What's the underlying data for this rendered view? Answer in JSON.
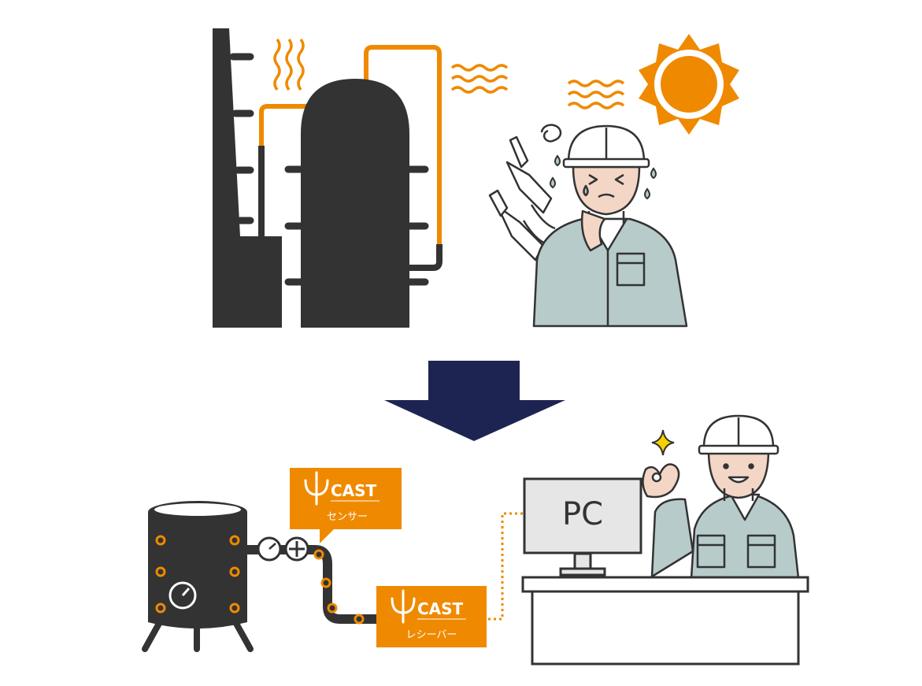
{
  "colors": {
    "dark": "#333333",
    "orange": "#ef8a00",
    "navy": "#1e2452",
    "uniform": "#b7cbcb",
    "skin": "#f3d6c6",
    "monitor": "#e6e6e6"
  },
  "sensor_tag": {
    "brand": "CAST",
    "label": "センサー"
  },
  "receiver_tag": {
    "brand": "CAST",
    "label": "レシーバー"
  },
  "pc": {
    "label": "PC"
  }
}
